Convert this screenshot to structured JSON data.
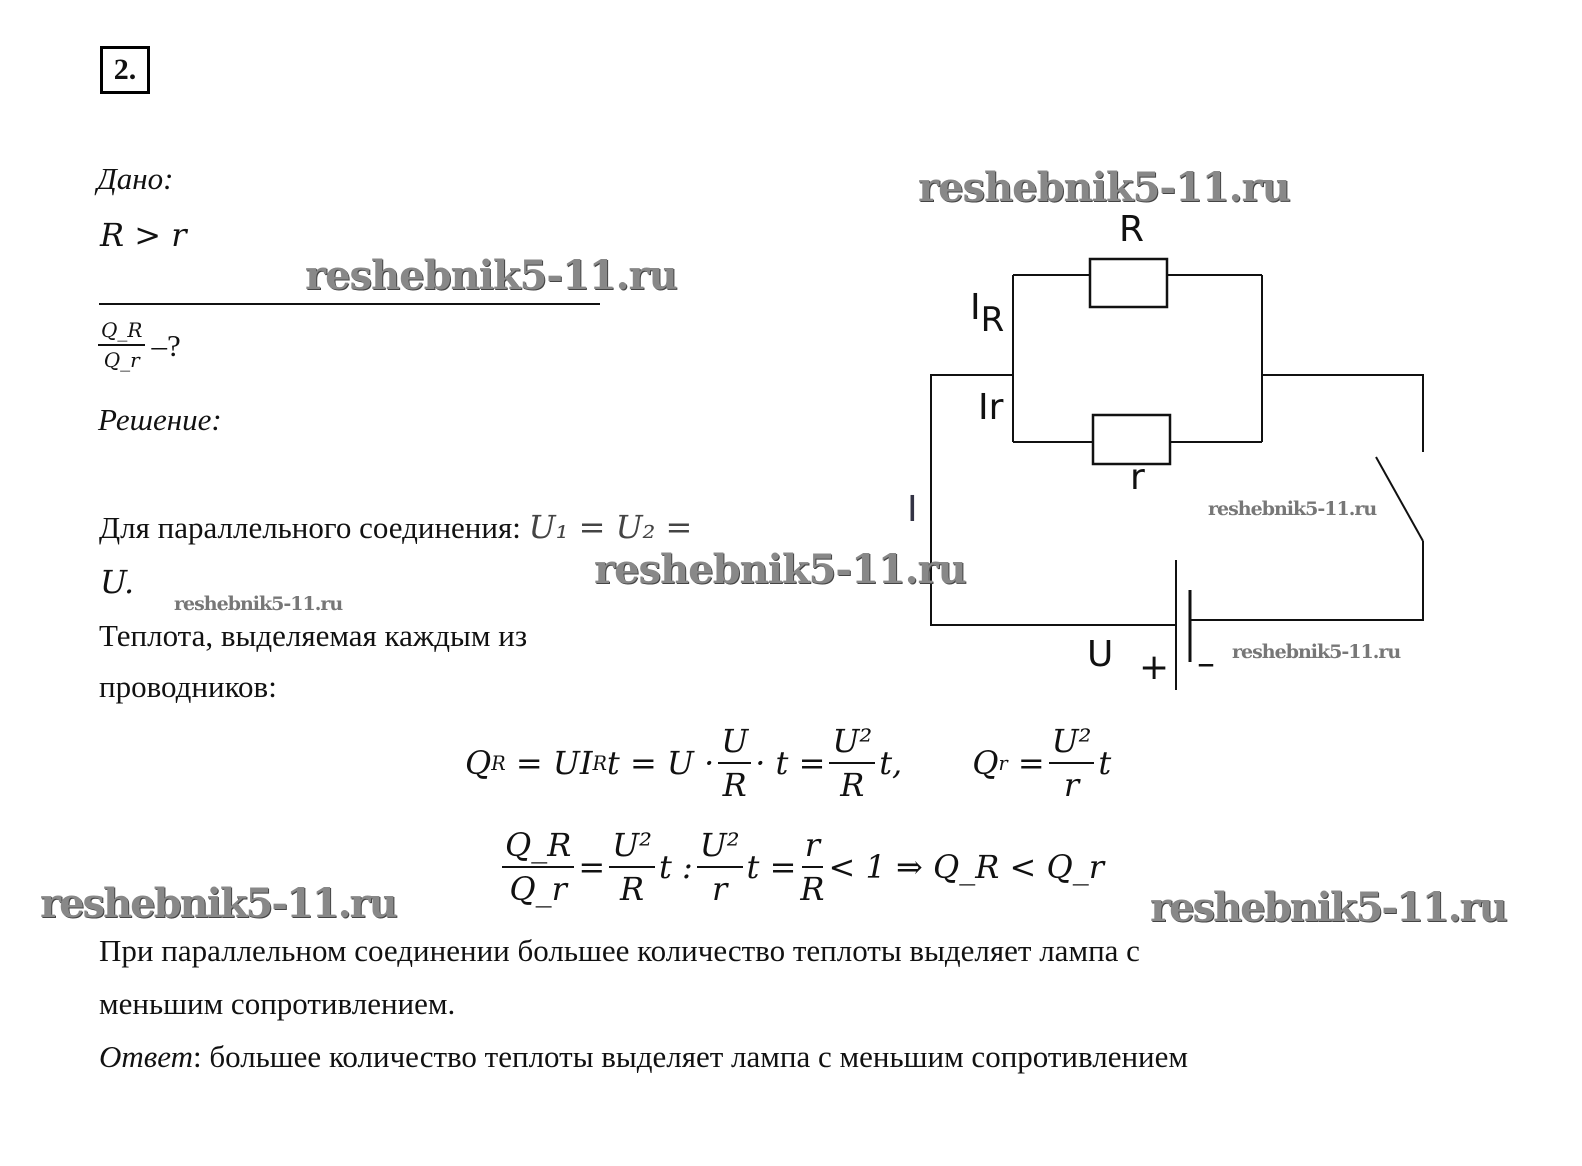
{
  "problem_number": "2.",
  "given": {
    "label": "Дано:",
    "condition": "R > r",
    "find_num": "Q_R",
    "find_den": "Q_r",
    "find_suffix": "–?"
  },
  "solution_label": "Решение:",
  "paragraphs": {
    "parallel_1": "Для параллельного соединения:",
    "parallel_formula": "U₁ = U₂ =",
    "parallel_2": "U.",
    "heat_1": "Теплота, выделяемая каждым из",
    "heat_2": "проводников:",
    "conclusion_1": "При параллельном соединении большее количество теплоты выделяет лампа с",
    "conclusion_2": "меньшим сопротивлением.",
    "answer_label": "Ответ",
    "answer_text": ": большее количество теплоты выделяет лампа с меньшим сопротивлением"
  },
  "formulas": {
    "f1_lhs": "Q",
    "f1_lhs_sub": "R",
    "f1_mid": "= UI",
    "f1_mid_sub": "R",
    "f1_mid2": "t = U ·",
    "f1_frac1_num": "U",
    "f1_frac1_den": "R",
    "f1_mid3": "· t =",
    "f1_frac2_num": "U²",
    "f1_frac2_den": "R",
    "f1_end": "t,",
    "f2_lhs": "Q",
    "f2_lhs_sub": "r",
    "f2_eq": "=",
    "f2_frac_num": "U²",
    "f2_frac_den": "r",
    "f2_end": "t",
    "f3_num": "Q_R",
    "f3_den": "Q_r",
    "f3_eq": "=",
    "f3_frac1_num": "U²",
    "f3_frac1_den": "R",
    "f3_div": "t :",
    "f3_frac2_num": "U²",
    "f3_frac2_den": "r",
    "f3_eq2": "t =",
    "f3_frac3_num": "r",
    "f3_frac3_den": "R",
    "f3_end": "< 1  ⇒ Q_R < Q_r"
  },
  "circuit": {
    "label_R": "R",
    "label_IR": "I",
    "label_IR_sub": "R",
    "label_Ir": "Ir",
    "label_r": "r",
    "label_I": "I",
    "label_U": "U",
    "label_plus": "+",
    "label_minus": "–"
  },
  "watermark": "reshebnik5-11.ru"
}
